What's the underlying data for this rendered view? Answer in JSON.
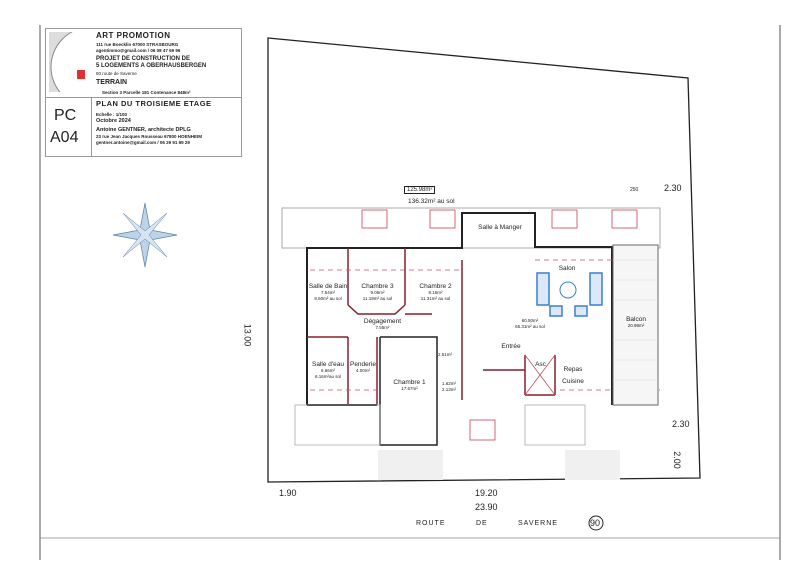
{
  "title_block": {
    "company": "ART PROMOTION",
    "company_address": "111 rue Boecklin 67000 STRASBOURG",
    "company_contact": "agentimmo@gmail.com / 06 08 47 69 96",
    "project_line1": "PROJET DE CONSTRUCTION DE",
    "project_line2": "5 LOGEMENTS A OBERHAUSBERGEN",
    "project_address": "90 route de Saverne",
    "terrain_label": "TERRAIN",
    "parcel": "Section 3 Parcelle 181 Contenance 848m²",
    "sheet_code_1": "PC",
    "sheet_code_2": "A04",
    "drawing_title": "PLAN DU TROISIEME ETAGE",
    "scale": "Echelle : 1/100",
    "date": "Octobre 2024",
    "architect": "Antoine GENTNER, architecte DPLG",
    "architect_address": "23 rue Jean Jacques Rousseau 67800 HOENHEIM",
    "architect_contact": "gentner.antoine@gmail.com / 06 29 91 69 29",
    "brand_color": "#e03030"
  },
  "plan": {
    "total_area": "125.98m²",
    "total_area_floor": "136.32m² au sol",
    "rooms": [
      {
        "name": "Salle de Bain",
        "area": "7.54m²",
        "floor": "8.60m² au sol"
      },
      {
        "name": "Chambre 3",
        "area": "9.06m²",
        "floor": "11.19m² au sol"
      },
      {
        "name": "Chambre 2",
        "area": "9.16m²",
        "floor": "11.31m² au sol"
      },
      {
        "name": "Salle à Manger"
      },
      {
        "name": "Salon"
      },
      {
        "name": "Dégagement",
        "area": "7.55m²"
      },
      {
        "name": "Salle d'eau",
        "area": "6.66m²",
        "floor": "8.16m²au sol"
      },
      {
        "name": "Penderie",
        "area": "4.00m²"
      },
      {
        "name": "Chambre 1",
        "area": "17.67m²"
      },
      {
        "name": "Entrée"
      },
      {
        "name": "Asc"
      },
      {
        "name": "Repas"
      },
      {
        "name": "Cuisine"
      },
      {
        "name": "Balcon",
        "area": "20.98m²"
      }
    ],
    "living_area": "60.50m²",
    "living_floor": "65.31m² au sol",
    "small_area_1": "2.51m²",
    "small_area_2": "1.62m²",
    "small_area_3": "2.13m²"
  },
  "dimensions": {
    "top_right_small": "250",
    "top_right": "2.30",
    "left_side": "13.00",
    "right_mid": "2.30",
    "right_bottom": "2.00",
    "bottom_left": "1.90",
    "bottom_mid": "19.20",
    "bottom_total": "23.90"
  },
  "road": {
    "word1": "ROUTE",
    "word2": "DE",
    "word3": "SAVERNE",
    "number": "90"
  },
  "colors": {
    "walls": "#222222",
    "partitions": "#8a1f2a",
    "furniture": "#3a7fd0",
    "red_lines": "#d04050"
  }
}
